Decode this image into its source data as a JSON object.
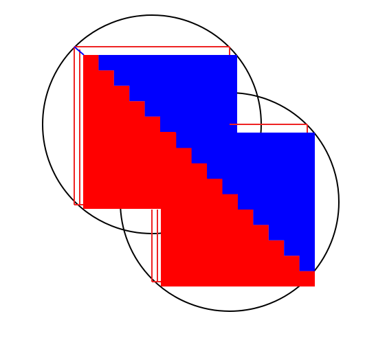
{
  "colors": {
    "background": "#ffffff",
    "red": "#ff0000",
    "blue": "#0000ff",
    "outline": "#000000",
    "frame": "#ee2222"
  },
  "tiles": [
    {
      "name": "tile-upper-left",
      "steps": 10
    },
    {
      "name": "tile-lower-right",
      "steps": 10
    }
  ]
}
